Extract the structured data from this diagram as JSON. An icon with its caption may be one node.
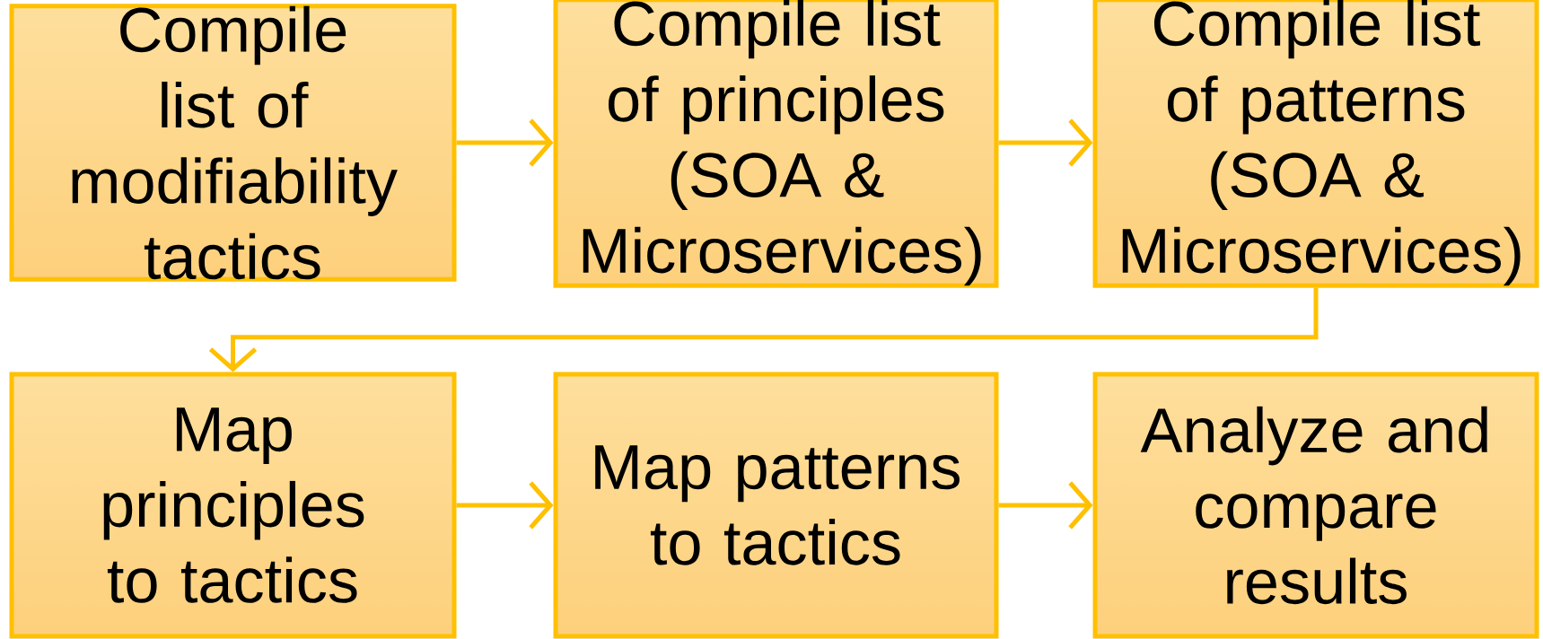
{
  "diagram": {
    "nodes": [
      {
        "text": [
          "Compile list of modifiability tactics"
        ]
      },
      {
        "text": [
          "Compile list of principles (SOA & Microservices)"
        ]
      },
      {
        "text": [
          "Compile list of patterns (SOA & Microservices)"
        ]
      },
      {
        "text": [
          "Map principles to tactics"
        ]
      },
      {
        "text": [
          "Map patterns to tactics"
        ]
      },
      {
        "text": [
          "Analyze and compare results"
        ]
      }
    ],
    "edges": [
      {
        "from": 0,
        "to": 1,
        "arrow": "to"
      },
      {
        "from": 1,
        "to": 2,
        "arrow": "to"
      },
      {
        "from": 2,
        "to": 3,
        "arrow": "to"
      },
      {
        "from": 3,
        "to": 4,
        "arrow": "to"
      },
      {
        "from": 4,
        "to": 5,
        "arrow": "to"
      }
    ]
  }
}
